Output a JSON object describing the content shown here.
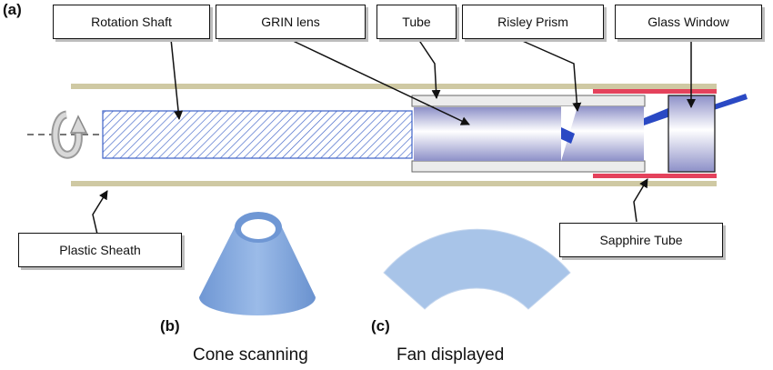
{
  "panels": {
    "a": "(a)",
    "b": "(b)",
    "c": "(c)"
  },
  "labels": {
    "rotation_shaft": "Rotation Shaft",
    "grin_lens": "GRIN lens",
    "tube": "Tube",
    "risley_prism": "Risley Prism",
    "glass_window": "Glass Window",
    "plastic_sheath": "Plastic Sheath",
    "sapphire_tube": "Sapphire Tube"
  },
  "captions": {
    "cone": "Cone scanning",
    "fan": "Fan displayed"
  },
  "colors": {
    "sheath": "#cfc9a3",
    "sapphire": "#e4425c",
    "hatch": "#3d62c7",
    "beam": "#2a49c4",
    "cone": "#7ea3da",
    "fan": "#a8c4e8"
  }
}
